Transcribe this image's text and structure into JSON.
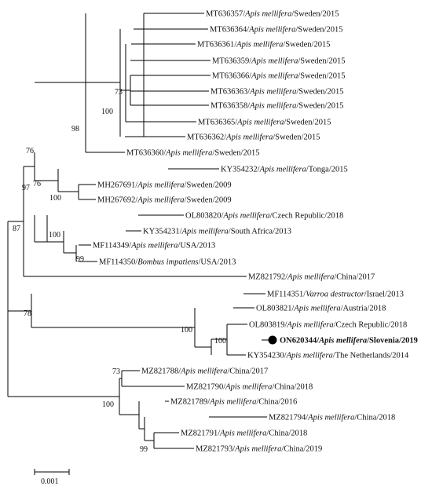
{
  "highlight_taxon": "ON620344",
  "scale_bar_label": "0.001",
  "taxa": [
    {
      "id": "MT636357",
      "accession": "MT636357",
      "host": "Apis mellifera",
      "origin": "Sweden/2015"
    },
    {
      "id": "MT636364",
      "accession": "MT636364",
      "host": "Apis mellifera",
      "origin": "Sweden/2015"
    },
    {
      "id": "MT636361",
      "accession": "MT636361",
      "host": "Apis mellifera",
      "origin": "Sweden/2015"
    },
    {
      "id": "MT636359",
      "accession": "MT636359",
      "host": "Apis mellifera",
      "origin": "Sweden/2015"
    },
    {
      "id": "MT636366",
      "accession": "MT636366",
      "host": "Apis mellifera",
      "origin": "Sweden/2015"
    },
    {
      "id": "MT636363",
      "accession": "MT636363",
      "host": "Apis mellifera",
      "origin": "Sweden/2015"
    },
    {
      "id": "MT636358",
      "accession": "MT636358",
      "host": "Apis mellifera",
      "origin": "Sweden/2015"
    },
    {
      "id": "MT636365",
      "accession": "MT636365",
      "host": "Apis mellifera",
      "origin": "Sweden/2015"
    },
    {
      "id": "MT636362",
      "accession": "MT636362",
      "host": "Apis mellifera",
      "origin": "Sweden/2015"
    },
    {
      "id": "MT636360",
      "accession": "MT636360",
      "host": "Apis mellifera",
      "origin": "Sweden/2015"
    },
    {
      "id": "KY354232",
      "accession": "KY354232",
      "host": "Apis mellifera",
      "origin": "Tonga/2015"
    },
    {
      "id": "MH267691",
      "accession": "MH267691",
      "host": "Apis mellifera",
      "origin": "Sweden/2009"
    },
    {
      "id": "MH267692",
      "accession": "MH267692",
      "host": "Apis mellifera",
      "origin": "Sweden/2009"
    },
    {
      "id": "OL803820",
      "accession": "OL803820",
      "host": "Apis mellifera",
      "origin": "Czech Republic/2018"
    },
    {
      "id": "KY354231",
      "accession": "KY354231",
      "host": "Apis mellifera",
      "origin": "South Africa/2013"
    },
    {
      "id": "MF114349",
      "accession": "MF114349",
      "host": "Apis mellifera",
      "origin": "USA/2013"
    },
    {
      "id": "MF114350",
      "accession": "MF114350",
      "host": "Bombus impatiens",
      "origin": "USA/2013"
    },
    {
      "id": "MZ821792",
      "accession": "MZ821792",
      "host": "Apis mellifera",
      "origin": "China/2017"
    },
    {
      "id": "MF114351",
      "accession": "MF114351",
      "host": "Varroa destructor",
      "origin": "Israel/2013"
    },
    {
      "id": "OL803821",
      "accession": "OL803821",
      "host": "Apis mellifera",
      "origin": "Austria/2018"
    },
    {
      "id": "OL803819",
      "accession": "OL803819",
      "host": "Apis mellifera",
      "origin": "Czech Republic/2018"
    },
    {
      "id": "ON620344",
      "accession": "ON620344",
      "host": "Apis mellifera",
      "origin": "Slovenia/2019"
    },
    {
      "id": "KY354230",
      "accession": "KY354230",
      "host": "Apis mellifera",
      "origin": "The Netherlands/2014"
    },
    {
      "id": "MZ821788",
      "accession": "MZ821788",
      "host": "Apis mellifera",
      "origin": "China/2017"
    },
    {
      "id": "MZ821790",
      "accession": "MZ821790",
      "host": "Apis mellifera",
      "origin": "China/2018"
    },
    {
      "id": "MZ821789",
      "accession": "MZ821789",
      "host": "Apis mellifera",
      "origin": "China/2016"
    },
    {
      "id": "MZ821794",
      "accession": "MZ821794",
      "host": "Apis mellifera",
      "origin": "China/2018"
    },
    {
      "id": "MZ821791",
      "accession": "MZ821791",
      "host": "Apis mellifera",
      "origin": "China/2018"
    },
    {
      "id": "MZ821793",
      "accession": "MZ821793",
      "host": "Apis mellifera",
      "origin": "China/2019"
    }
  ],
  "bootstrap": {
    "n_73a": "73",
    "n_100a": "100",
    "n_98": "98",
    "n_76a": "76",
    "n_76b": "76",
    "n_100b": "100",
    "n_97": "97",
    "n_100c": "100",
    "n_99a": "99",
    "n_87": "87",
    "n_78": "78",
    "n_100d": "100",
    "n_100e": "100",
    "n_73b": "73",
    "n_100f": "100",
    "n_99b": "99"
  }
}
